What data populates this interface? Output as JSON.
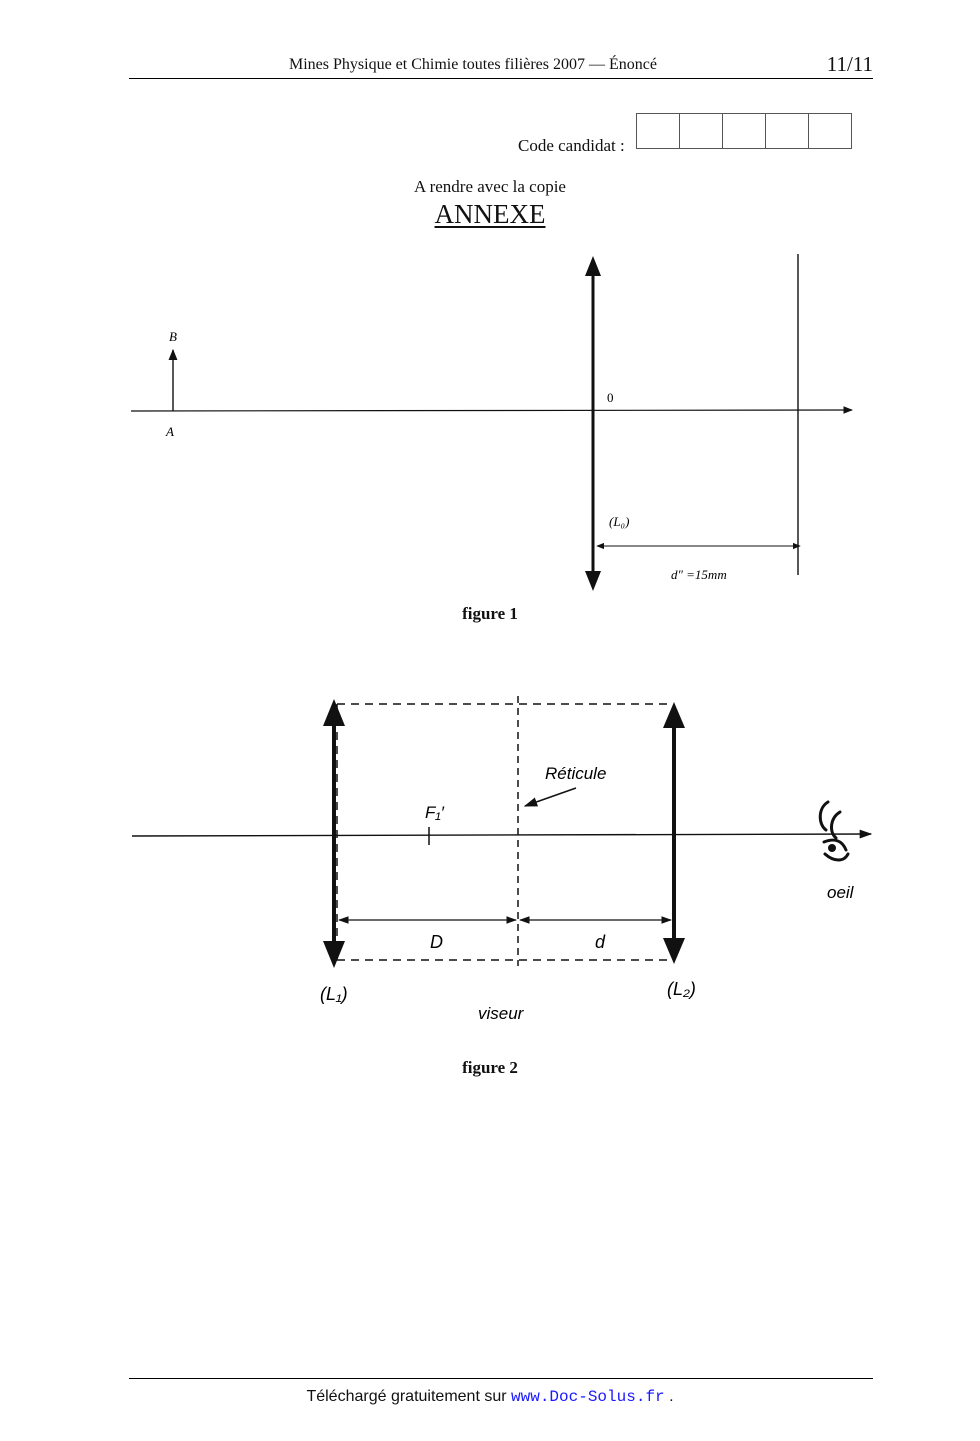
{
  "header": {
    "title": "Mines Physique et Chimie toutes filières 2007 — Énoncé",
    "page": "11/11"
  },
  "candidate": {
    "label": "Code candidat :",
    "boxes": 5
  },
  "annex": {
    "subtitle": "A rendre avec la copie",
    "title": "ANNEXE"
  },
  "figure1": {
    "label_B": "B",
    "label_A": "A",
    "label_O": "0",
    "lens_label": "(L₀)",
    "distance_label": "d″ =15mm",
    "caption": "figure 1"
  },
  "figure2": {
    "label_reticule": "Réticule",
    "label_F1": "F₁′",
    "label_D": "D",
    "label_d": "d",
    "label_L1": "(L₁)",
    "label_L2": "(L₂)",
    "label_viseur": "viseur",
    "label_oeil": "oeil",
    "caption": "figure 2"
  },
  "footer": {
    "text": "Téléchargé gratuitement sur",
    "link": "www.Doc-Solus.fr",
    "end": "."
  }
}
